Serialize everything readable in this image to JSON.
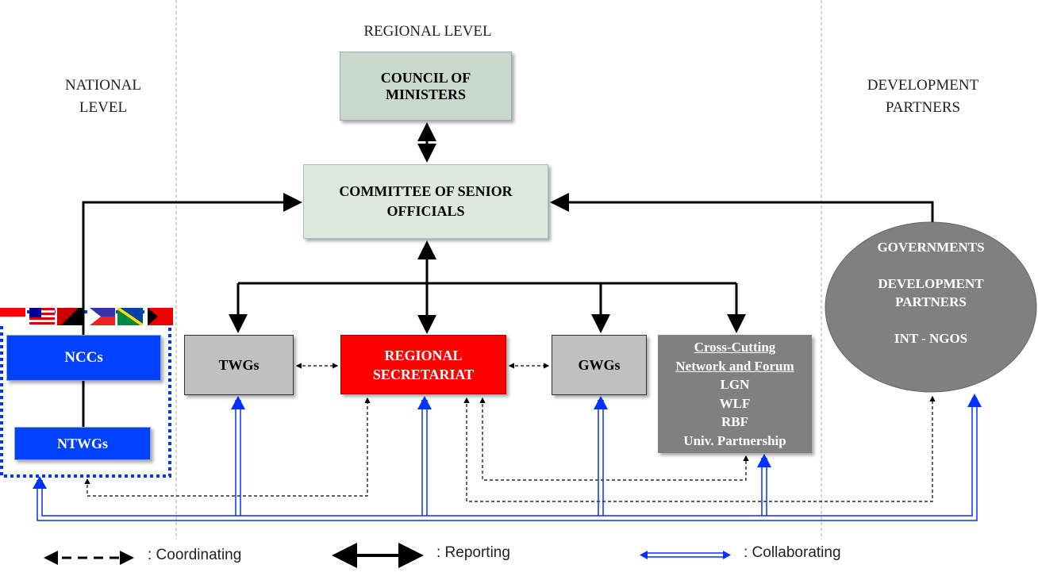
{
  "levels": {
    "national": [
      "NATIONAL",
      "LEVEL"
    ],
    "regional": "REGIONAL LEVEL",
    "partners": [
      "DEVELOPMENT",
      "PARTNERS"
    ]
  },
  "boxes": {
    "council": [
      "COUNCIL OF",
      "MINISTERS"
    ],
    "committee": [
      "COMMITTEE OF SENIOR",
      "OFFICIALS"
    ],
    "twgs": "TWGs",
    "secretariat": [
      "REGIONAL",
      "SECRETARIAT"
    ],
    "gwgs": "GWGs",
    "cross": {
      "title1": "Cross-Cutting",
      "title2": "Network and Forum",
      "items": [
        "LGN",
        "WLF",
        "RBF",
        "Univ. Partnership"
      ]
    },
    "nccs": "NCCs",
    "ntwgs": "NTWGs",
    "partners": [
      "GOVERNMENTS",
      "DEVELOPMENT",
      "PARTNERS",
      "INT - NGOS"
    ]
  },
  "legend": {
    "coordinating": ": Coordinating",
    "reporting": ": Reporting",
    "collaborating": ": Collaborating"
  },
  "colors": {
    "council": "#c9d9cd",
    "committee": "#dde8de",
    "gray": "#c0c0c0",
    "red": "#ff0000",
    "dark": "#808080",
    "blue": "#0040ff"
  }
}
